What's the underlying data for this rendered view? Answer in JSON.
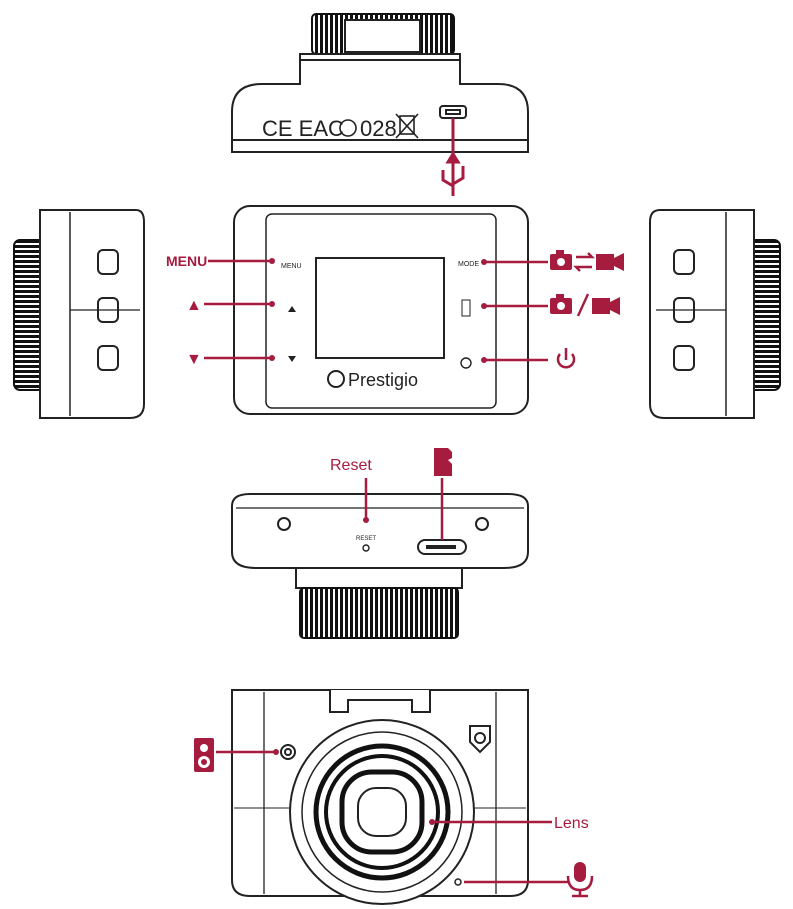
{
  "top_view": {
    "cert_marks": "CE EAC",
    "cert_code": "028"
  },
  "front_view": {
    "labels": {
      "menu": "MENU",
      "up": "▲",
      "down": "▼"
    },
    "device_text": {
      "menu_small": "MENU",
      "mode_small": "MODE",
      "brand": "Prestigio"
    }
  },
  "bottom_view": {
    "labels": {
      "reset": "Reset"
    },
    "device_text": {
      "reset_small": "RESET"
    }
  },
  "rear_view": {
    "labels": {
      "lens": "Lens"
    }
  },
  "colors": {
    "accent": "#a51c3f",
    "line": "#222222"
  }
}
